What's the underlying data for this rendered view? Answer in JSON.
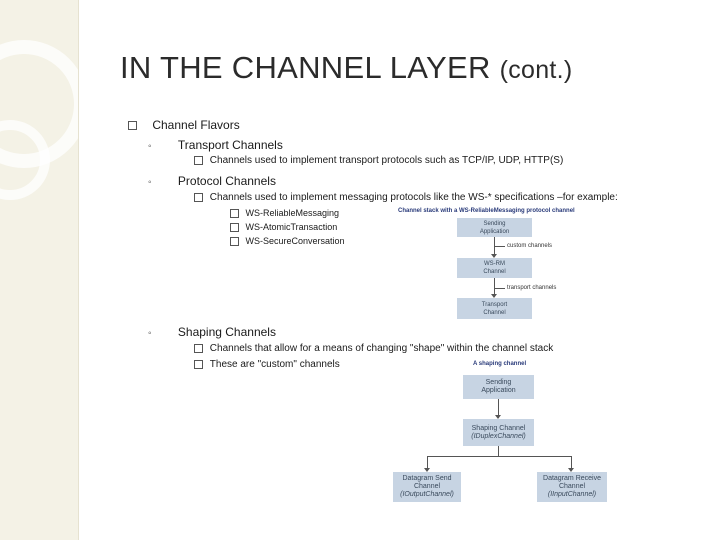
{
  "slide": {
    "title_main": "IN THE CHANNEL LAYER",
    "title_cont": "(cont.)"
  },
  "outline": {
    "item1": "Channel Flavors",
    "transport": {
      "label": "Transport Channels",
      "desc": "Channels used to implement transport protocols such as TCP/IP, UDP, HTTP(S)"
    },
    "protocol": {
      "label": "Protocol Channels",
      "desc": "Channels used to implement messaging protocols like the WS-* specifications –for example:",
      "examples": [
        "WS-ReliableMessaging",
        "WS-AtomicTransaction",
        "WS-SecureConversation"
      ]
    },
    "shaping": {
      "label": "Shaping Channels",
      "desc1": "Channels that allow for a means of changing \"shape\" within the channel stack",
      "desc2": "These are \"custom\" channels"
    }
  },
  "figure1": {
    "caption": "Channel stack with a WS-ReliableMessaging protocol channel",
    "box_top": "Sending Application",
    "box_mid": "WS-RM Channel",
    "box_bottom": "Transport Channel",
    "note1": "custom channels",
    "note2": "transport channels"
  },
  "figure2": {
    "caption": "A shaping channel",
    "box_top": "Sending Application",
    "box_mid_line1": "Shaping Channel",
    "box_mid_line2": "(IDuplexChannel)",
    "box_left_line1": "Datagram Send",
    "box_left_line2": "Channel",
    "box_left_line3": "(IOutputChannel)",
    "box_right_line1": "Datagram Receive",
    "box_right_line2": "Channel",
    "box_right_line3": "(IInputChannel)"
  }
}
